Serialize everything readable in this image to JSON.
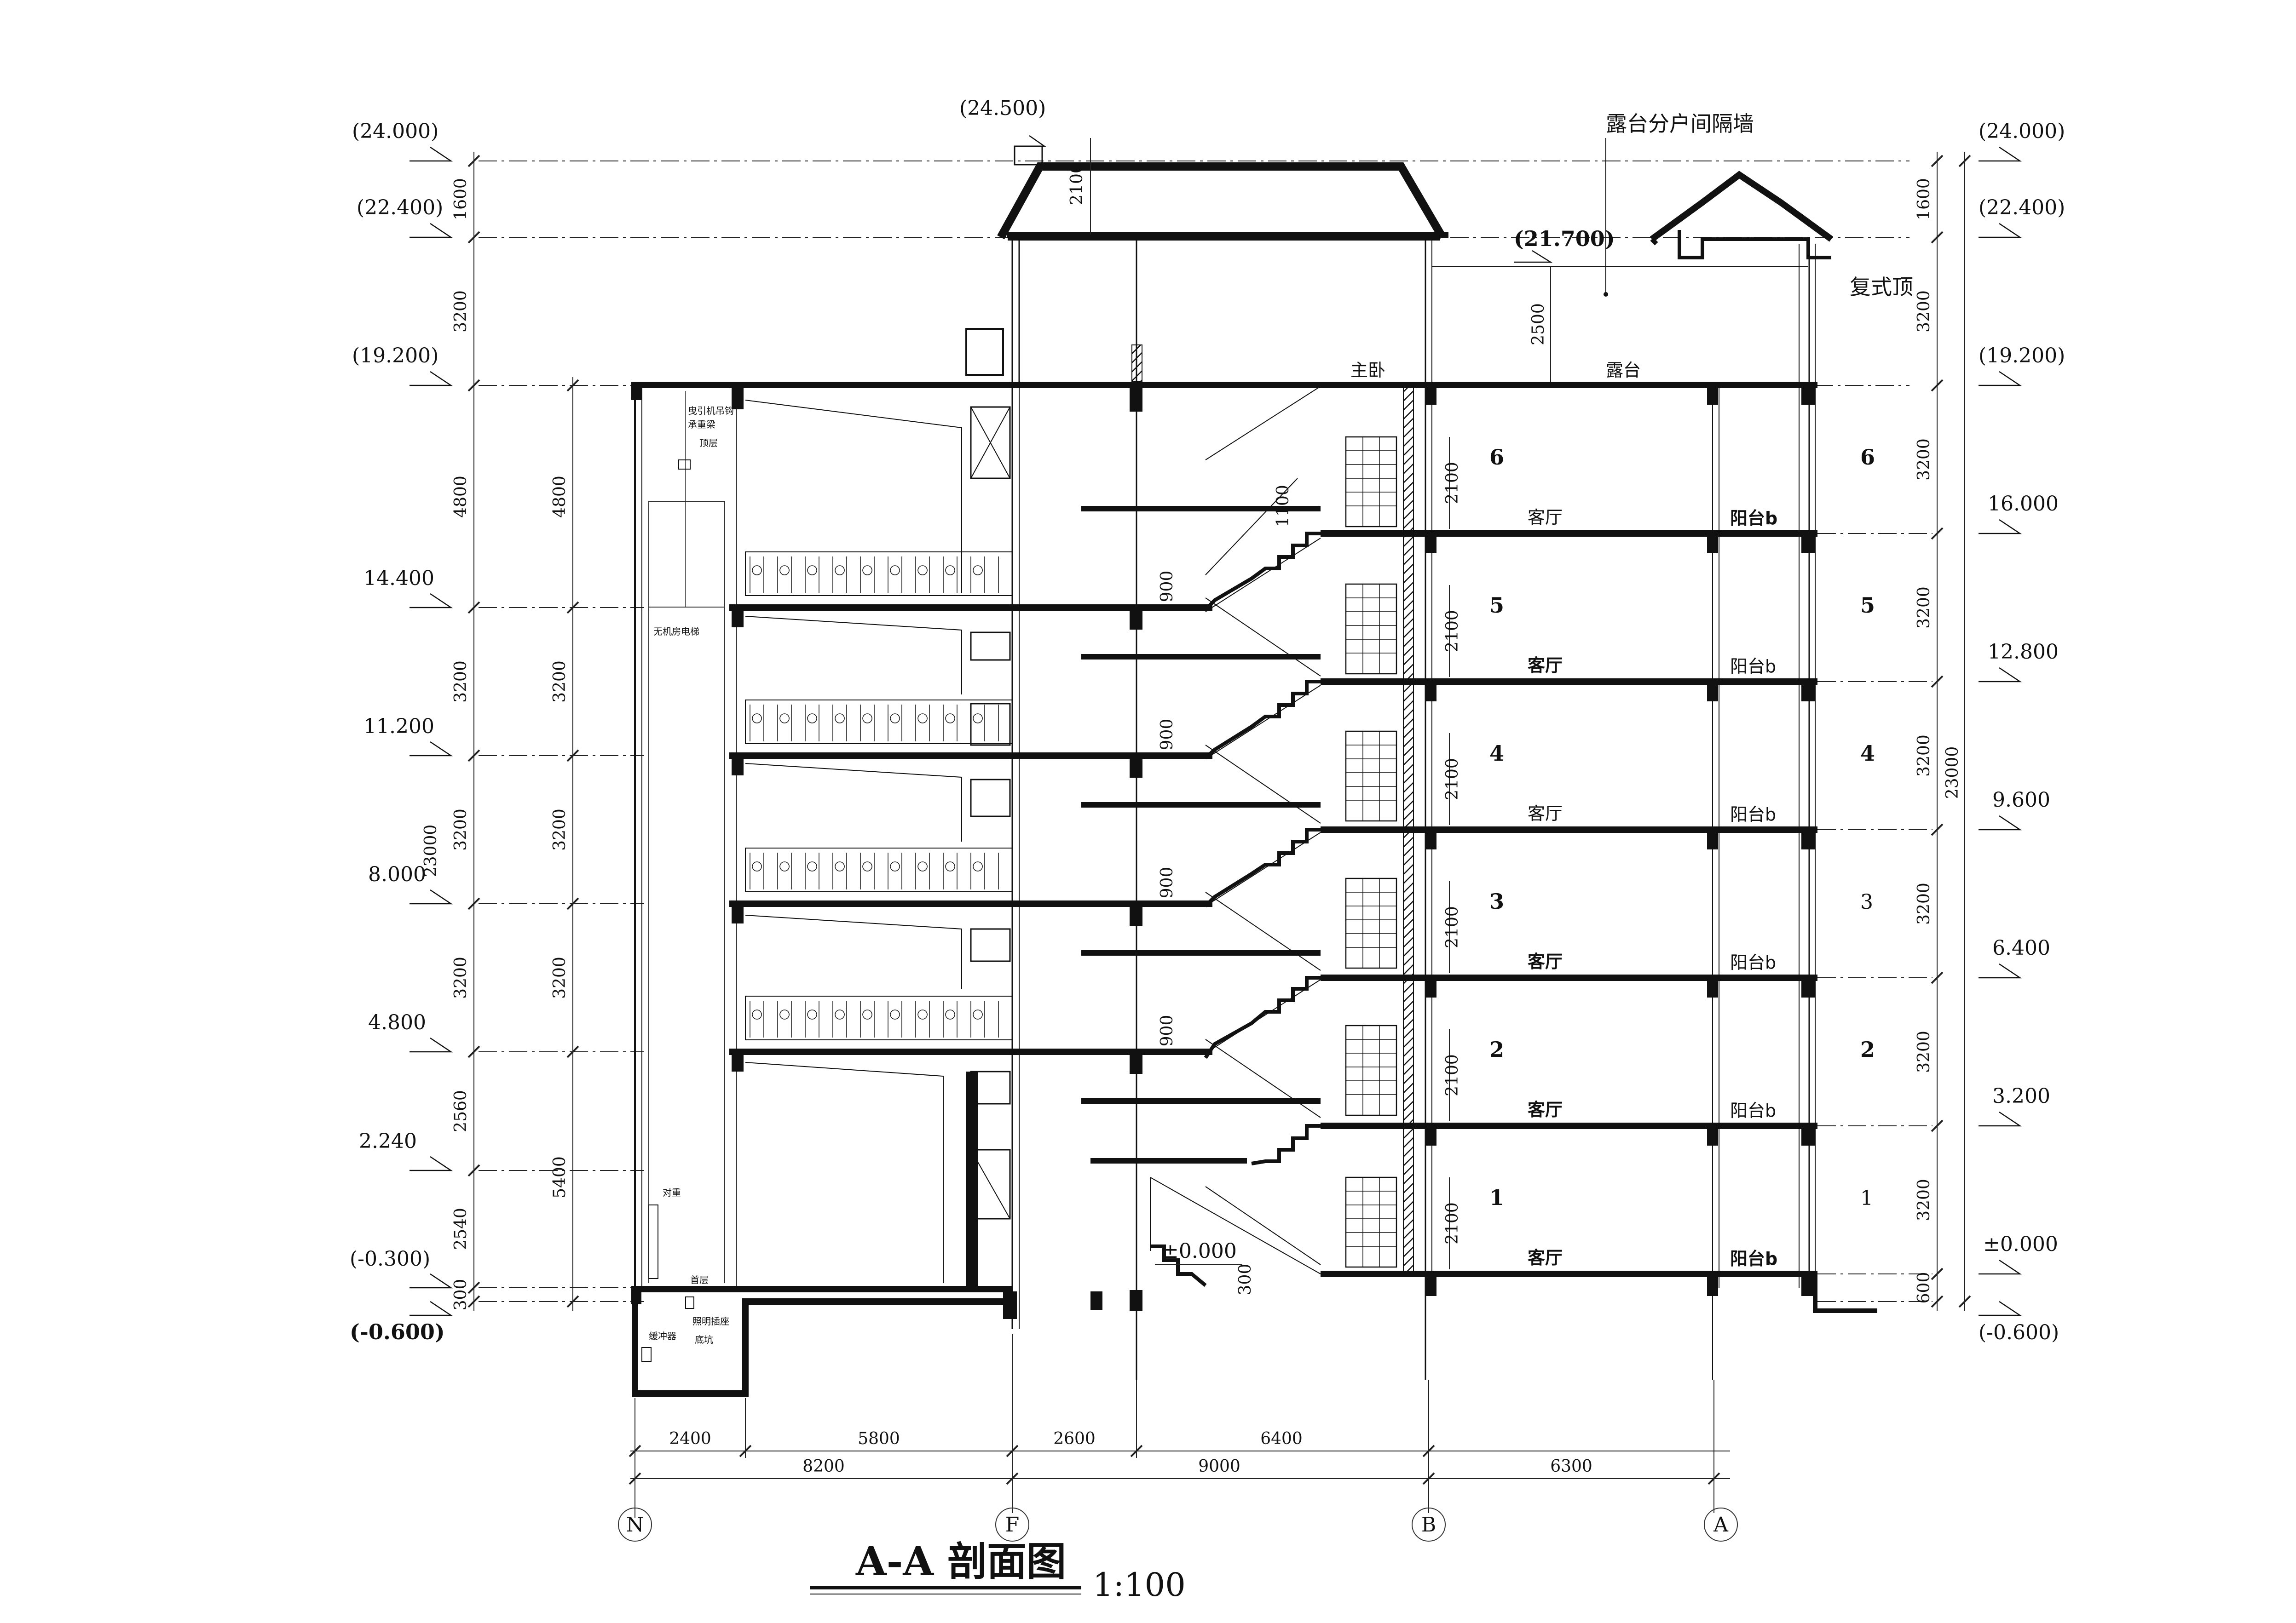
{
  "title": {
    "main": "A-A 剖面图",
    "scale": "1:100"
  },
  "left_elevations": [
    "(24.000)",
    "(22.400)",
    "(19.200)",
    "14.400",
    "11.200",
    "8.000",
    "4.800",
    "2.240",
    "(-0.300)",
    "(-0.600)"
  ],
  "right_elevations": [
    "(24.000)",
    "(22.400)",
    "(19.200)",
    "16.000",
    "12.800",
    "9.600",
    "6.400",
    "3.200",
    "±0.000",
    "(-0.600)"
  ],
  "top_elevations": {
    "chimney": "(24.500)",
    "terrace_roof": "(21.700)"
  },
  "annotations": {
    "partition_wall": "露台分户间隔墙",
    "duplex_roof": "复式顶",
    "ground_level": "±0.000"
  },
  "left_dims_outer": [
    "1600",
    "3200",
    "4800",
    "3200",
    "3200",
    "3200",
    "2560",
    "2540",
    "300"
  ],
  "left_dims_inner": [
    "4800",
    "3200",
    "3200",
    "3200",
    "5400"
  ],
  "left_total": "23000",
  "right_dims": [
    "1600",
    "3200",
    "3200",
    "3200",
    "3200",
    "3200",
    "3200",
    "3200",
    "600"
  ],
  "right_total": "23000",
  "upper_dims": {
    "chimney": "2100",
    "terrace": "2500"
  },
  "window_dims": [
    "2100",
    "2100",
    "2100",
    "2100",
    "2100",
    "2100"
  ],
  "rail_dims": [
    "1100",
    "900",
    "900",
    "900",
    "900",
    "300"
  ],
  "rooms": {
    "top_left": "主卧",
    "top_right": "露台",
    "living": [
      "客厅",
      "客厅",
      "客厅",
      "客厅",
      "客厅",
      "客厅"
    ],
    "balcony": [
      "阳台b",
      "阳台b",
      "阳台b",
      "阳台b",
      "阳台b",
      "阳台b"
    ]
  },
  "floors_mid": [
    "6",
    "5",
    "4",
    "3",
    "2",
    "1"
  ],
  "floors_right": [
    "6",
    "5",
    "4",
    "3",
    "2",
    "1"
  ],
  "elevator_labels": [
    "曳引机吊钩",
    "承重梁",
    "顶层",
    "无机房电梯",
    "对重",
    "首层",
    "缓冲器",
    "底坑",
    "照明插座"
  ],
  "bottom_dims_row1": [
    "2400",
    "5800",
    "2600",
    "6400"
  ],
  "bottom_dims_row2": [
    "8200",
    "9000",
    "6300"
  ],
  "axes": [
    "N",
    "F",
    "B",
    "A"
  ]
}
